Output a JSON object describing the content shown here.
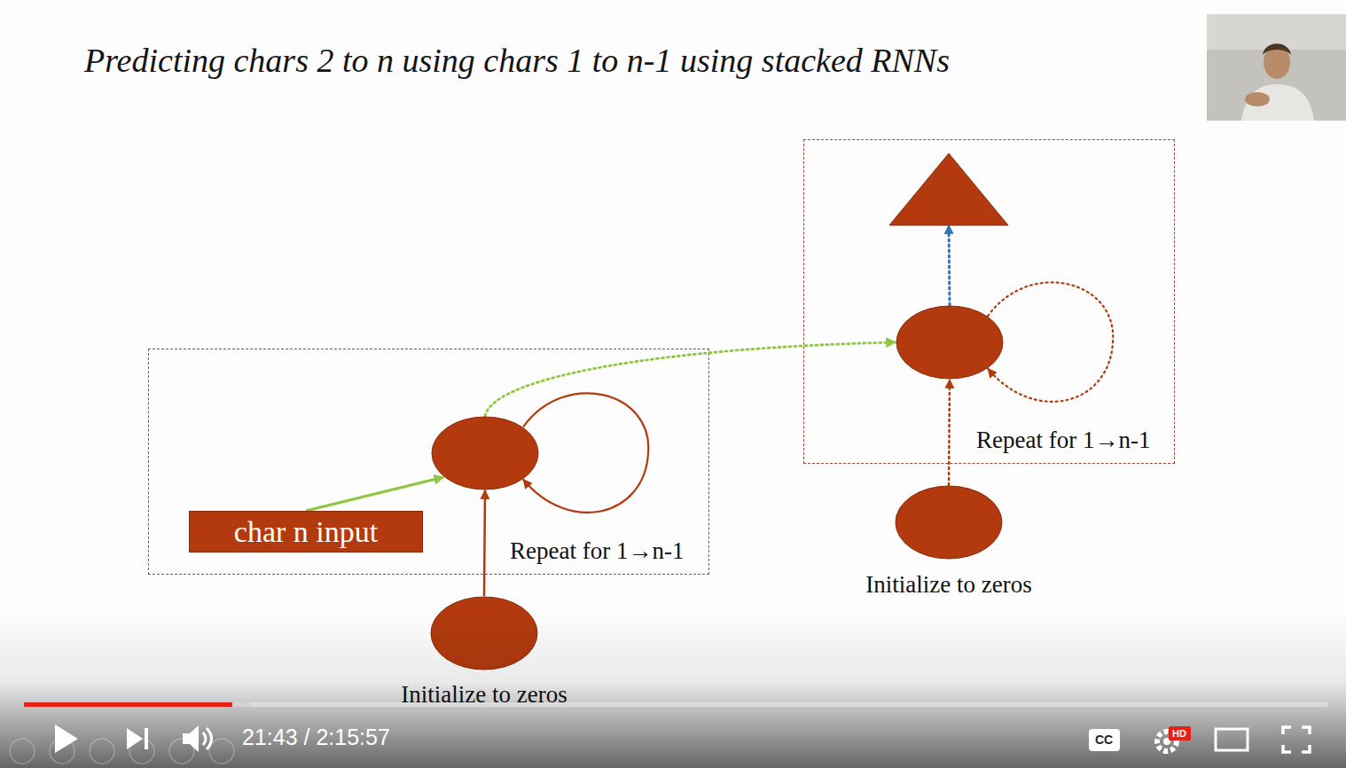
{
  "diagram": {
    "title": "Predicting chars 2 to n using chars 1 to n-1 using stacked RNNs",
    "nodes": [
      {
        "text": [
          "Repeat for 1→n-1"
        ]
      },
      {
        "text": [],
        "in": 0
      },
      {
        "text": [],
        "in": 0
      },
      {
        "text": [
          "Repeat for 1→n-1"
        ]
      },
      {
        "text": [],
        "in": 3
      },
      {
        "text": [
          "char n input"
        ],
        "in": 3
      },
      {
        "text": [
          "Initialize to zeros"
        ]
      },
      {
        "text": [
          "Initialize to zeros"
        ]
      }
    ],
    "edges": [
      {
        "from": 5,
        "to": 4,
        "arrow": "to"
      },
      {
        "from": 7,
        "to": 4,
        "arrow": "to"
      },
      {
        "from": 4,
        "to": 4,
        "arrow": "to"
      },
      {
        "from": 4,
        "to": 2,
        "arrow": "to"
      },
      {
        "from": 6,
        "to": 2,
        "arrow": "to"
      },
      {
        "from": 2,
        "to": 2,
        "arrow": "to"
      },
      {
        "from": 2,
        "to": 1,
        "arrow": "to"
      }
    ],
    "labels": [
      "21:43 / 2:15:57",
      "CC",
      "HD"
    ]
  }
}
